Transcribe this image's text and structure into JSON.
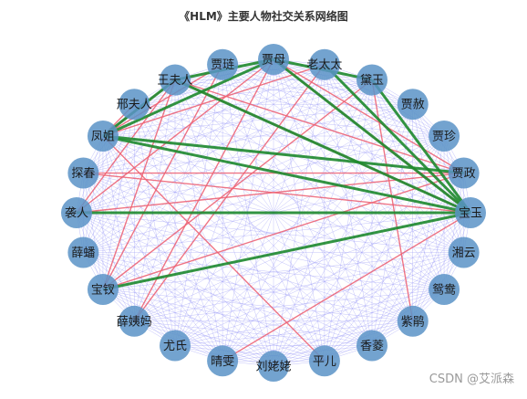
{
  "title": "《HLM》主要人物社交关系网络图",
  "watermark": "CSDN @艾派森",
  "colors": {
    "node_fill": "#5b93c7",
    "background_edge": "#8f8ff5",
    "red_edge": "#f06070",
    "green_edge": "#1e8a2e"
  },
  "nodes": [
    {
      "id": "baoyu",
      "label": "宝玉"
    },
    {
      "id": "xiangyun",
      "label": "湘云"
    },
    {
      "id": "yuanyang",
      "label": "鸳鸯"
    },
    {
      "id": "zijuan",
      "label": "紫鹃"
    },
    {
      "id": "xiangling",
      "label": "香菱"
    },
    {
      "id": "pinger",
      "label": "平儿"
    },
    {
      "id": "liulaolao",
      "label": "刘姥姥"
    },
    {
      "id": "qingwen",
      "label": "晴雯"
    },
    {
      "id": "youshi",
      "label": "尤氏"
    },
    {
      "id": "xueyima",
      "label": "薛姨妈"
    },
    {
      "id": "baochai",
      "label": "宝钗"
    },
    {
      "id": "xuepan",
      "label": "薛蟠"
    },
    {
      "id": "xiren",
      "label": "袭人"
    },
    {
      "id": "tanchun",
      "label": "探春"
    },
    {
      "id": "fengjie",
      "label": "凤姐"
    },
    {
      "id": "xingfuren",
      "label": "邢夫人"
    },
    {
      "id": "wangfuren",
      "label": "王夫人"
    },
    {
      "id": "jialian",
      "label": "贾琏"
    },
    {
      "id": "jiamu",
      "label": "贾母"
    },
    {
      "id": "laotaitai",
      "label": "老太太"
    },
    {
      "id": "daiyu",
      "label": "黛玉"
    },
    {
      "id": "jiashe",
      "label": "贾赦"
    },
    {
      "id": "jiazhen",
      "label": "贾珍"
    },
    {
      "id": "jiazheng",
      "label": "贾政"
    }
  ],
  "red_edges": [
    [
      "wangfuren",
      "baoyu"
    ],
    [
      "jiamu",
      "baoyu"
    ],
    [
      "jiamu",
      "jiazheng"
    ],
    [
      "wangfuren",
      "jiazheng"
    ],
    [
      "jialian",
      "baochai"
    ],
    [
      "wangfuren",
      "baochai"
    ],
    [
      "wangfuren",
      "xiren"
    ],
    [
      "jiamu",
      "xiren"
    ],
    [
      "jialian",
      "fengjie"
    ],
    [
      "laotaitai",
      "fengjie"
    ],
    [
      "jiamu",
      "xueyima"
    ],
    [
      "laotaitai",
      "xueyima"
    ],
    [
      "fengjie",
      "pinger"
    ],
    [
      "tanchun",
      "baoyu"
    ],
    [
      "tanchun",
      "jiazheng"
    ],
    [
      "xiren",
      "jiazheng"
    ],
    [
      "baochai",
      "jiazheng"
    ],
    [
      "qingwen",
      "baoyu"
    ],
    [
      "daiyu",
      "zijuan"
    ],
    [
      "daiyu",
      "baochai"
    ],
    [
      "xingfuren",
      "fengjie"
    ],
    [
      "wangfuren",
      "fengjie"
    ]
  ],
  "green_edges": [
    [
      "jiamu",
      "baoyu"
    ],
    [
      "laotaitai",
      "baoyu"
    ],
    [
      "daiyu",
      "baoyu"
    ],
    [
      "fengjie",
      "baoyu"
    ],
    [
      "xiren",
      "baoyu"
    ],
    [
      "baochai",
      "baoyu"
    ],
    [
      "wangfuren",
      "baoyu"
    ],
    [
      "fengjie",
      "wangfuren"
    ],
    [
      "fengjie",
      "jiamu"
    ],
    [
      "wangfuren",
      "jiamu"
    ],
    [
      "jiamu",
      "daiyu"
    ],
    [
      "fengjie",
      "jiazheng"
    ]
  ]
}
